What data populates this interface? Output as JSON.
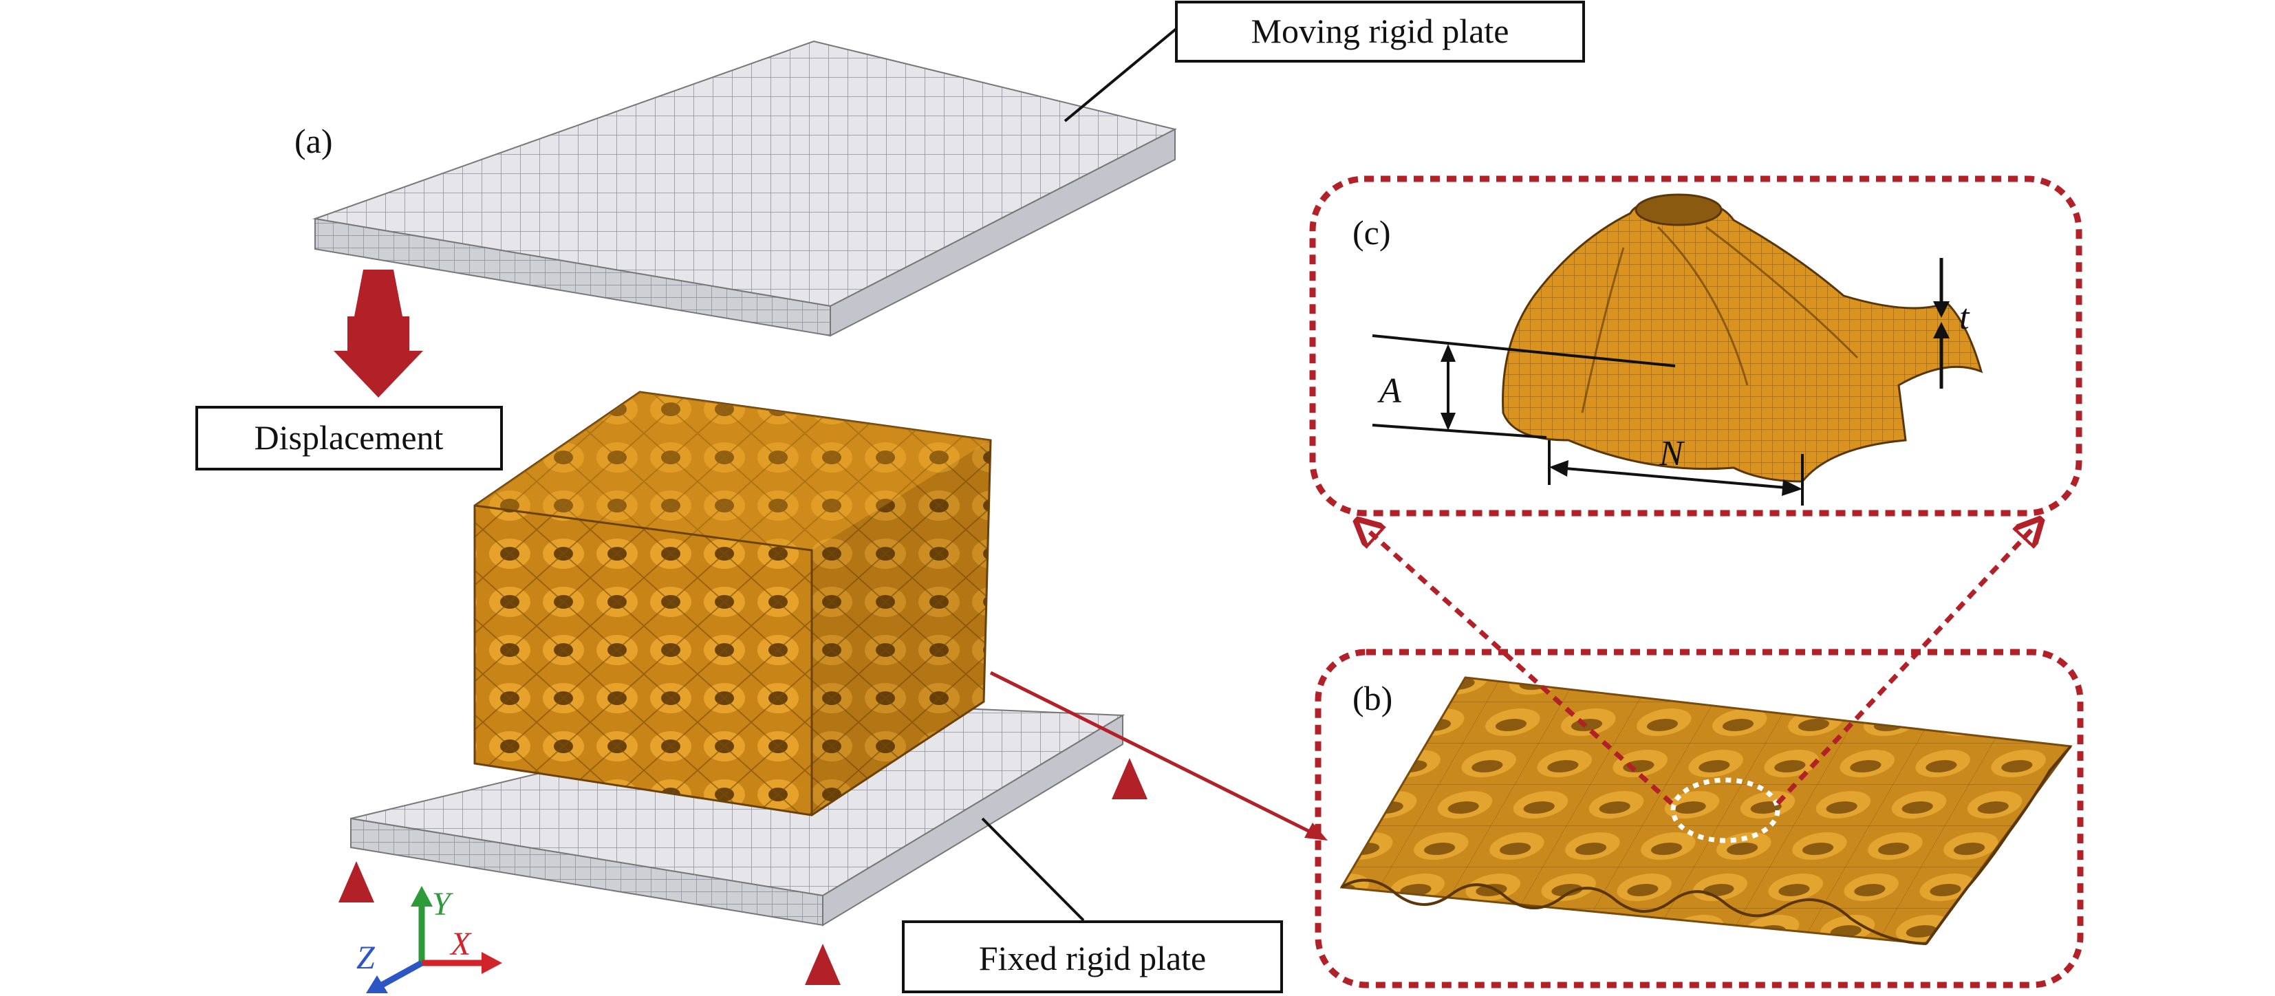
{
  "labels": {
    "moving_plate": "Moving rigid plate",
    "fixed_plate": "Fixed rigid plate",
    "displacement": "Displacement"
  },
  "panels": {
    "a": "(a)",
    "b": "(b)",
    "c": "(c)"
  },
  "dimensions": {
    "amplitude": "A",
    "period": "N",
    "thickness": "t"
  },
  "axes": {
    "x": "X",
    "y": "Y",
    "z": "Z"
  },
  "colors": {
    "lattice": "#d9931e",
    "lattice_dark": "#8a5a10",
    "plate": "#e3e3e8",
    "plate_side": "#c9c9d0",
    "mesh_line": "#8a8a92",
    "accent_red": "#b22028",
    "axis_x": "#d0242a",
    "axis_y": "#2e9a3a",
    "axis_z": "#2b56c4"
  },
  "icons": {
    "support": "triangle-support-icon",
    "arrow": "displacement-arrow-icon"
  }
}
